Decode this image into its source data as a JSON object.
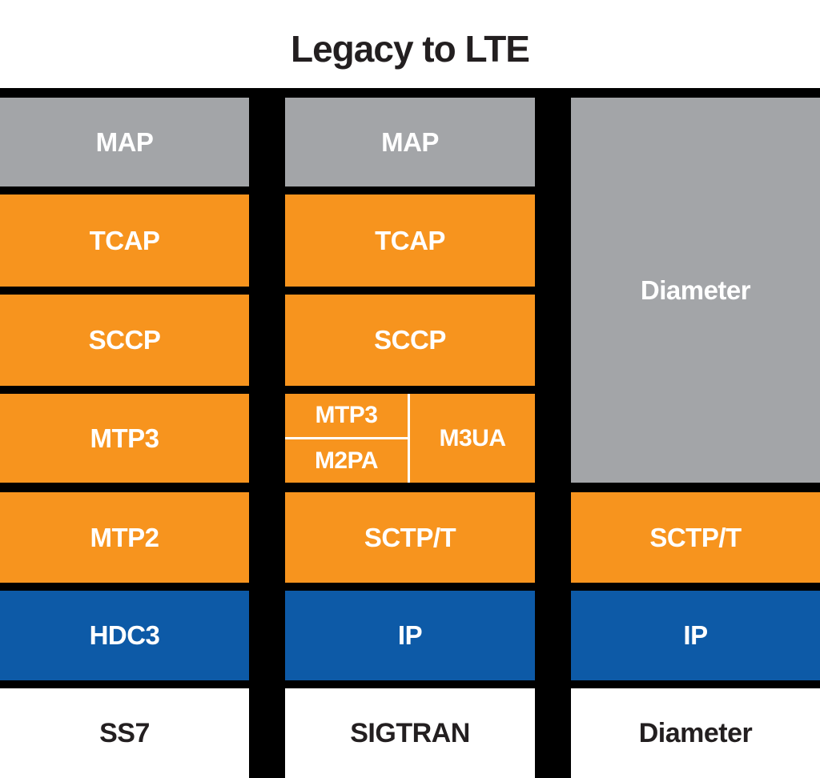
{
  "title": "Legacy to LTE",
  "colors": {
    "orange": "#F7941E",
    "gray": "#A3A5A8",
    "blue": "#0D5AA7",
    "board_background": "#000000",
    "block_text": "#FFFFFF",
    "heading_text": "#231F20"
  },
  "stacks": {
    "ss7": {
      "map": "MAP",
      "tcap": "TCAP",
      "sccp": "SCCP",
      "mtp3": "MTP3",
      "mtp2": "MTP2",
      "hdc3": "HDC3",
      "label": "SS7"
    },
    "sigtran": {
      "map": "MAP",
      "tcap": "TCAP",
      "sccp": "SCCP",
      "mtp3": "MTP3",
      "m2pa": "M2PA",
      "m3ua": "M3UA",
      "sctp": "SCTP/T",
      "ip": "IP",
      "label": "SIGTRAN"
    },
    "diameter": {
      "diameter": "Diameter",
      "sctp": "SCTP/T",
      "ip": "IP",
      "label": "Diameter"
    }
  }
}
